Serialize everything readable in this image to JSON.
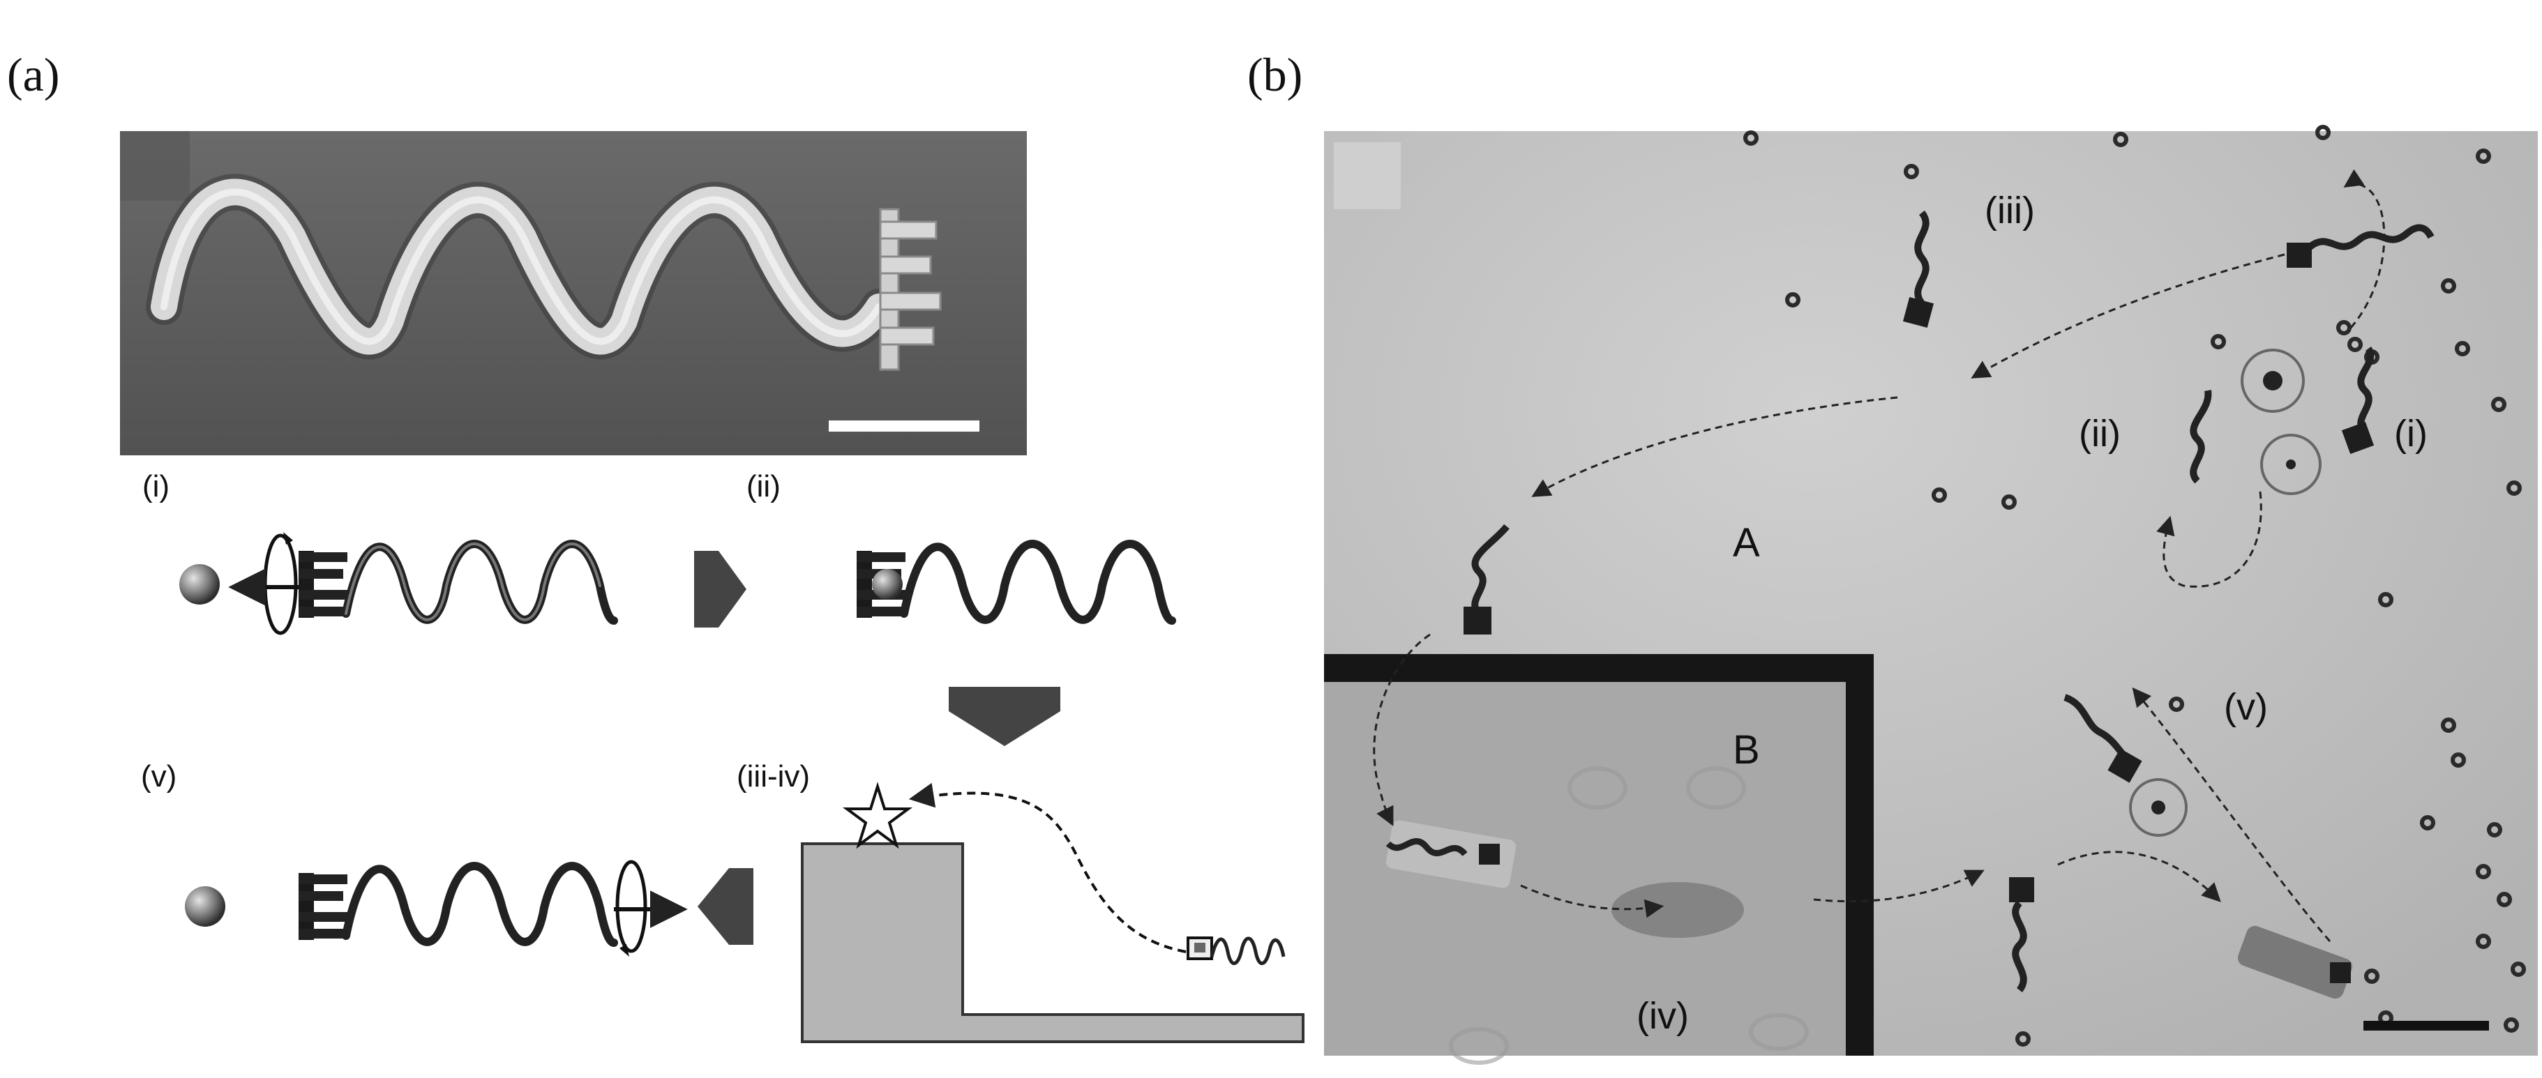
{
  "panel_a": {
    "letter": "(a)",
    "steps": {
      "i": "(i)",
      "ii": "(ii)",
      "iii_iv": "(iii-iv)",
      "v": "(v)"
    }
  },
  "panel_b": {
    "letter": "(b)",
    "stages": {
      "i": "(i)",
      "ii": "(ii)",
      "iii": "(iii)",
      "iv": "(iv)",
      "v": "(v)"
    },
    "regions": {
      "a": "A",
      "b": "B"
    }
  },
  "icons": [
    "microsphere-icon",
    "rotation-arrow-icon",
    "step-arrow-icon",
    "star-icon",
    "trajectory-arrow-icon",
    "scale-bar-icon"
  ],
  "colors": {
    "sem_background": "#5c5c5c",
    "helix_surface": "#d6d6d6",
    "schematic_gray": "#b5b5b5",
    "arrow_gray": "#444444",
    "micrograph_background": "#bcbcbc",
    "region_b_frame": "#161616",
    "region_b_fill": "#a8a8a8"
  }
}
